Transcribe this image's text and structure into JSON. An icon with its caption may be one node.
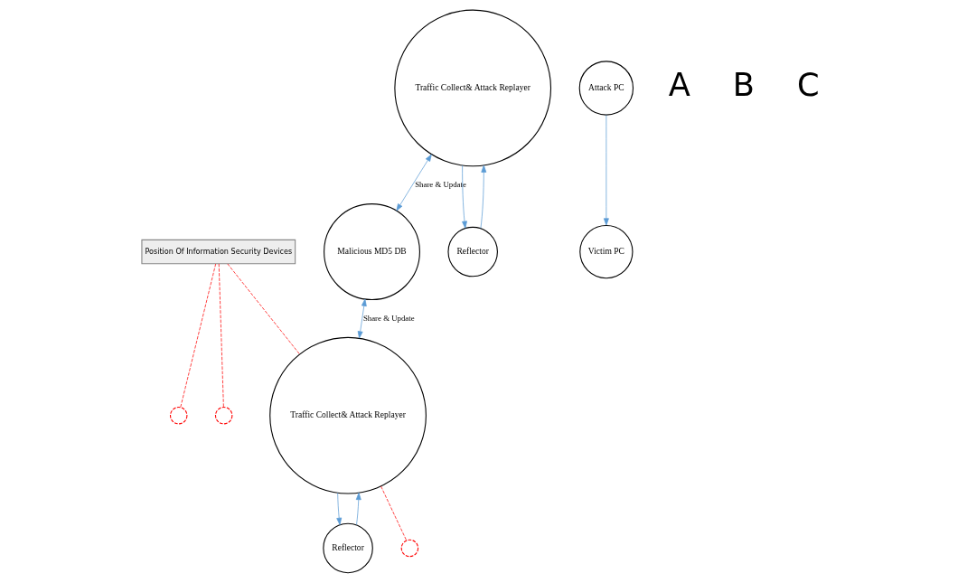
{
  "diagram": {
    "nodes": [
      {
        "text": [
          "Malicious MD5 DB"
        ]
      },
      {
        "text": [
          "Traffic Collect& Attack Replayer"
        ]
      },
      {
        "text": [
          "Reflector"
        ]
      },
      {
        "text": [
          "Traffic Collect& Attack Replayer"
        ]
      },
      {
        "text": [
          "Reflector"
        ]
      },
      {
        "text": [
          "Attack PC"
        ]
      },
      {
        "text": [
          "Victim PC"
        ]
      },
      {
        "text": [
          "Position Of Information Security Devices"
        ]
      },
      {
        "text": [],
        "shape": "circle"
      },
      {
        "text": [],
        "shape": "circle"
      },
      {
        "text": [],
        "shape": "circle"
      }
    ],
    "edges": [
      {
        "from": 1,
        "to": 0,
        "arrow": "both",
        "label": "Share & Update"
      },
      {
        "from": 0,
        "to": 3,
        "arrow": "both",
        "label": "Share & Update"
      },
      {
        "from": 2,
        "to": 1,
        "arrow": "to"
      },
      {
        "from": 1,
        "to": 2,
        "arrow": "to"
      },
      {
        "from": 3,
        "to": 4,
        "arrow": "to"
      },
      {
        "from": 4,
        "to": 3,
        "arrow": "to"
      },
      {
        "from": 5,
        "to": 6,
        "arrow": "to"
      },
      {
        "from": 7,
        "to": 8,
        "arrow": "none",
        "style": "dashed",
        "color": "#ff0000"
      },
      {
        "from": 7,
        "to": 3,
        "arrow": "none",
        "style": "dashed",
        "color": "#ff0000"
      },
      {
        "from": 7,
        "to": 9,
        "arrow": "none",
        "style": "dashed",
        "color": "#ff0000"
      },
      {
        "from": 3,
        "to": 10,
        "arrow": "none",
        "style": "dashed",
        "color": "#ff0000"
      }
    ],
    "labels": [
      "A",
      "B",
      "C"
    ]
  }
}
